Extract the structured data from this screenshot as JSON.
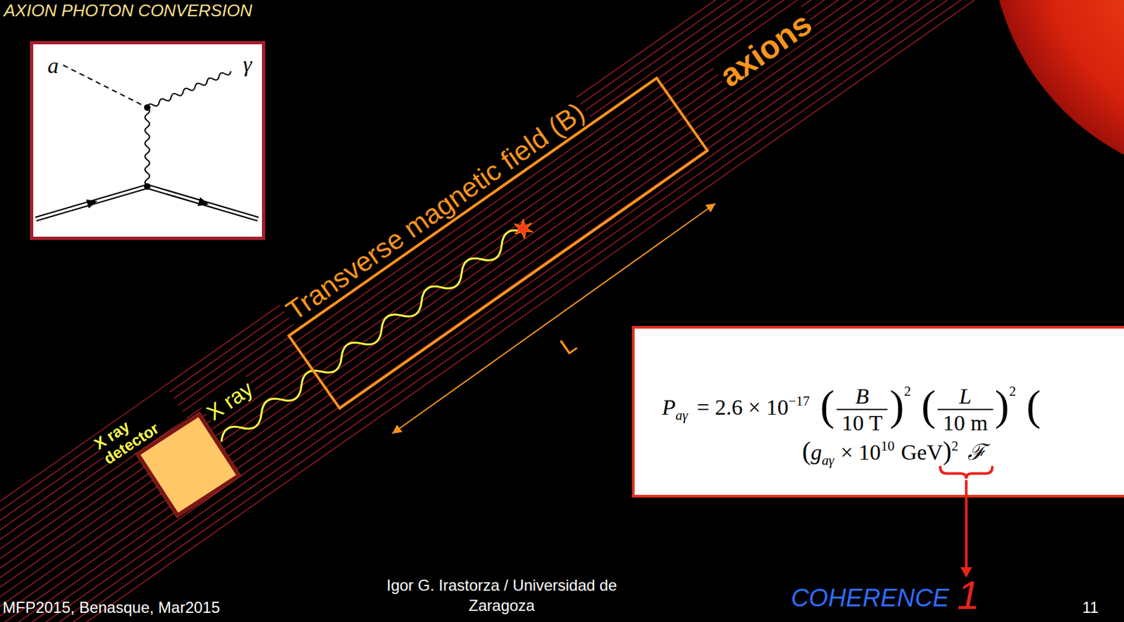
{
  "diagram": {
    "title": "AXION PHOTON CONVERSION",
    "nodes": [
      {
        "text": [
          "a",
          "γ"
        ]
      },
      {
        "text": [
          "Transverse magnetic field (B)"
        ]
      },
      {
        "text": [
          "X ray detector"
        ]
      },
      {
        "text": [
          "P",
          "aγ",
          "= 2.6 × 10",
          "−17",
          "(",
          "B",
          "10 T",
          ")",
          "2",
          "(",
          "L",
          "10 m",
          ")",
          "2",
          "(",
          "(",
          "g",
          "aγ",
          "× 10",
          "10",
          "GeV",
          ")",
          "2",
          "ℱ"
        ]
      }
    ],
    "labels": [
      "axions",
      "X ray",
      "L",
      "COHERENCE",
      "1",
      "MFP2015, Benasque, Mar2015",
      "Igor G. Irastorza / Universidad de Zaragoza",
      "11"
    ]
  }
}
